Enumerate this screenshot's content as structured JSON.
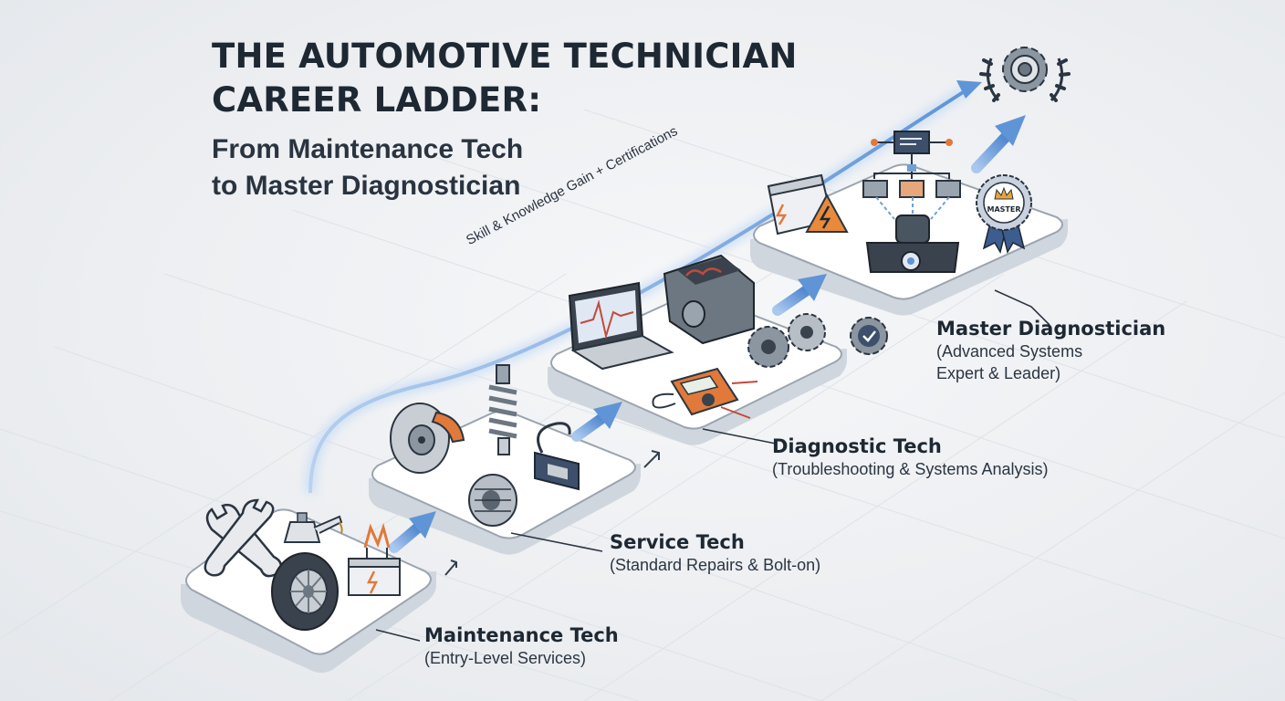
{
  "title": {
    "line1": "THE AUTOMOTIVE TECHNICIAN",
    "line2": "CAREER LADDER:"
  },
  "subtitle": {
    "line1": "From Maintenance Tech",
    "line2": "to Master Diagnostician"
  },
  "progress_label": "Skill & Knowledge Gain + Certifications",
  "tiers": [
    {
      "name": "Maintenance Tech",
      "description": "(Entry-Level Services)"
    },
    {
      "name": "Service Tech",
      "description": "(Standard Repairs & Bolt-on)"
    },
    {
      "name": "Diagnostic Tech",
      "description": "(Troubleshooting & Systems Analysis)"
    },
    {
      "name": "Master Diagnostician",
      "description_line1": "(Advanced Systems",
      "description_line2": "Expert & Leader)"
    }
  ],
  "badge_text": "MASTER",
  "icons": {
    "tier1": [
      "crossed-wrenches-icon",
      "tire-icon",
      "oil-can-icon",
      "battery-with-clamp-icon"
    ],
    "tier2": [
      "brake-disc-icon",
      "shock-absorber-icon",
      "alternator-icon",
      "obd-scanner-icon"
    ],
    "tier3": [
      "laptop-waveform-icon",
      "engine-icon",
      "multimeter-icon",
      "gears-icon",
      "check-gear-icon"
    ],
    "tier4": [
      "battery-warning-icon",
      "network-diagram-icon",
      "sensor-camera-icon",
      "master-badge-icon",
      "gear-laurel-icon"
    ]
  },
  "colors": {
    "title": "#1e2833",
    "platform_top": "#ffffff",
    "platform_side": "#d3d8de",
    "arrow_blue": "#6f9fd8",
    "accent_orange": "#e0793a"
  }
}
